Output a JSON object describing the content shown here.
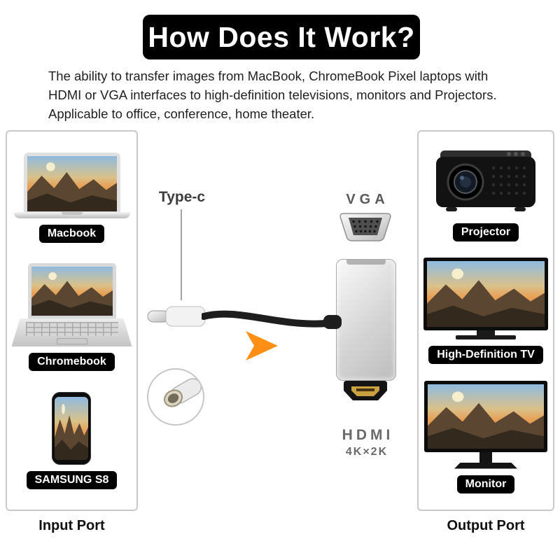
{
  "title": "How Does It Work?",
  "intro": "The ability to transfer images from MacBook, ChromeBook Pixel laptops with\nHDMI or VGA interfaces to high-definition televisions, monitors and Projectors.\nApplicable to office, conference, home theater.",
  "input_panel": {
    "devices": [
      {
        "name": "macbook",
        "label": "Macbook"
      },
      {
        "name": "chromebook",
        "label": "Chromebook"
      },
      {
        "name": "samsung-s8",
        "label": "SAMSUNG S8"
      }
    ],
    "footer": "Input Port"
  },
  "output_panel": {
    "devices": [
      {
        "name": "projector",
        "label": "Projector"
      },
      {
        "name": "hdtv",
        "label": "High-Definition TV"
      },
      {
        "name": "monitor",
        "label": "Monitor"
      }
    ],
    "footer": "Output Port"
  },
  "adapter": {
    "typec_label": "Type-c",
    "vga_label": "VGA",
    "hdmi_label": "HDMI",
    "hdmi_resolution": "4K×2K"
  },
  "icons": {
    "forward_arrow": "orange play-style arrow pointing right",
    "usb_c_closeup": "round inset showing USB-C connector tip"
  },
  "colors": {
    "banner_bg": "#000000",
    "banner_text": "#ffffff",
    "arrow_accent": "#ff9015",
    "label_pill_bg": "#000000",
    "label_pill_text": "#ffffff",
    "panel_border": "#c9c9c9"
  }
}
